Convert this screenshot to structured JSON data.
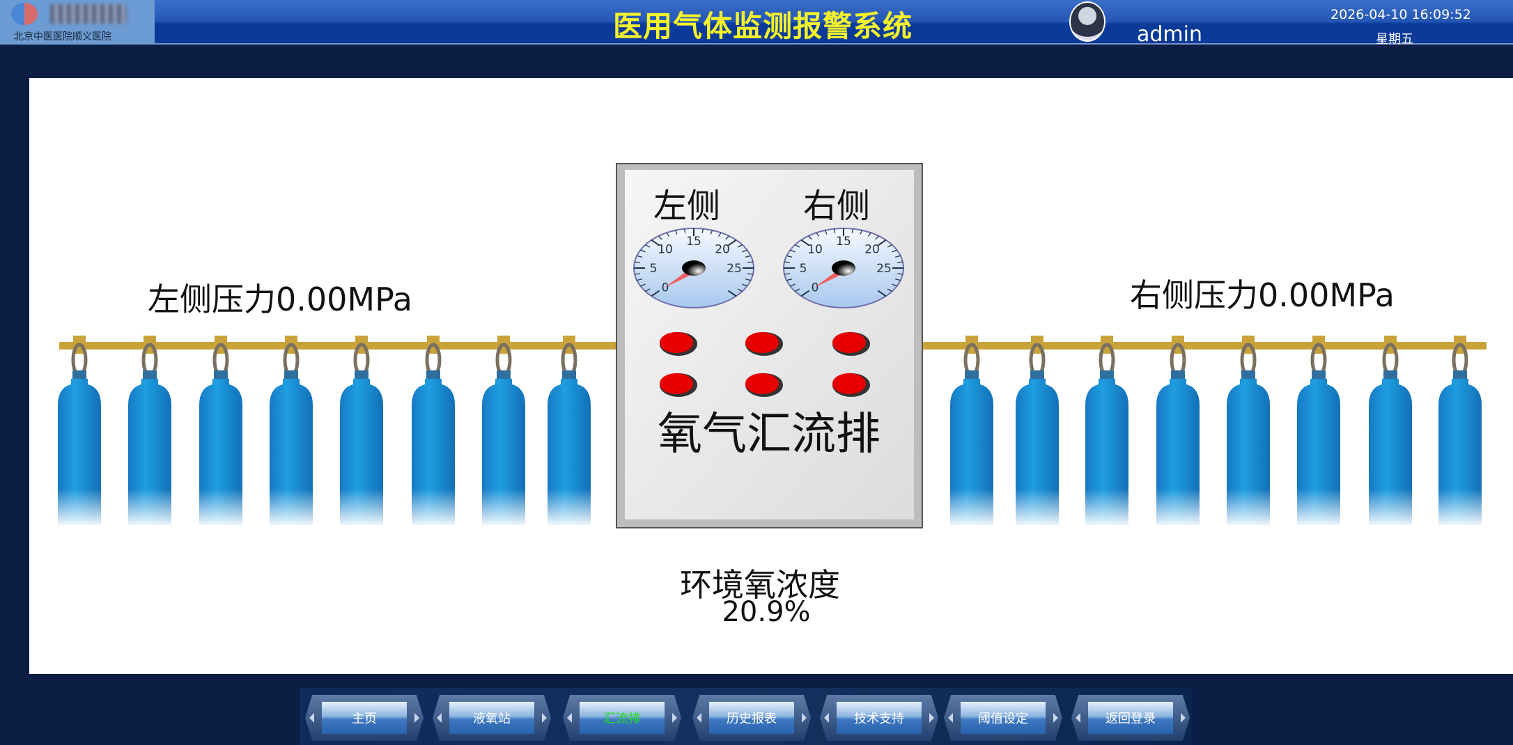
{
  "header": {
    "hospital": "北京中医医院顺义医院",
    "title": "医用气体监测报警系统",
    "user": "admin",
    "datetime": "2026-04-10 16:09:52",
    "weekday": "星期五"
  },
  "main": {
    "left_pressure": "左侧压力0.00MPa",
    "right_pressure": "右侧压力0.00MPa",
    "cabinet": {
      "title": "氧气汇流排",
      "left_label": "左侧",
      "right_label": "右侧",
      "gauge": {
        "ticks": [
          "0",
          "5",
          "10",
          "15",
          "20",
          "25"
        ],
        "left_value": 0,
        "right_value": 0,
        "max": 25
      },
      "indicator_color": "#e60000",
      "indicator_count": 6
    },
    "env_label": "环境氧浓度",
    "env_value": "20.9%",
    "cylinder_color": "#1e9ee0",
    "cylinders_per_side": 8
  },
  "nav": {
    "active_color": "#22dd22",
    "items": [
      {
        "label": "主页",
        "active": false
      },
      {
        "label": "液氧站",
        "active": false
      },
      {
        "label": "汇流排",
        "active": true
      },
      {
        "label": "历史报表",
        "active": false
      },
      {
        "label": "技术支持",
        "active": false
      },
      {
        "label": "阈值设定",
        "active": false
      },
      {
        "label": "返回登录",
        "active": false
      }
    ]
  }
}
